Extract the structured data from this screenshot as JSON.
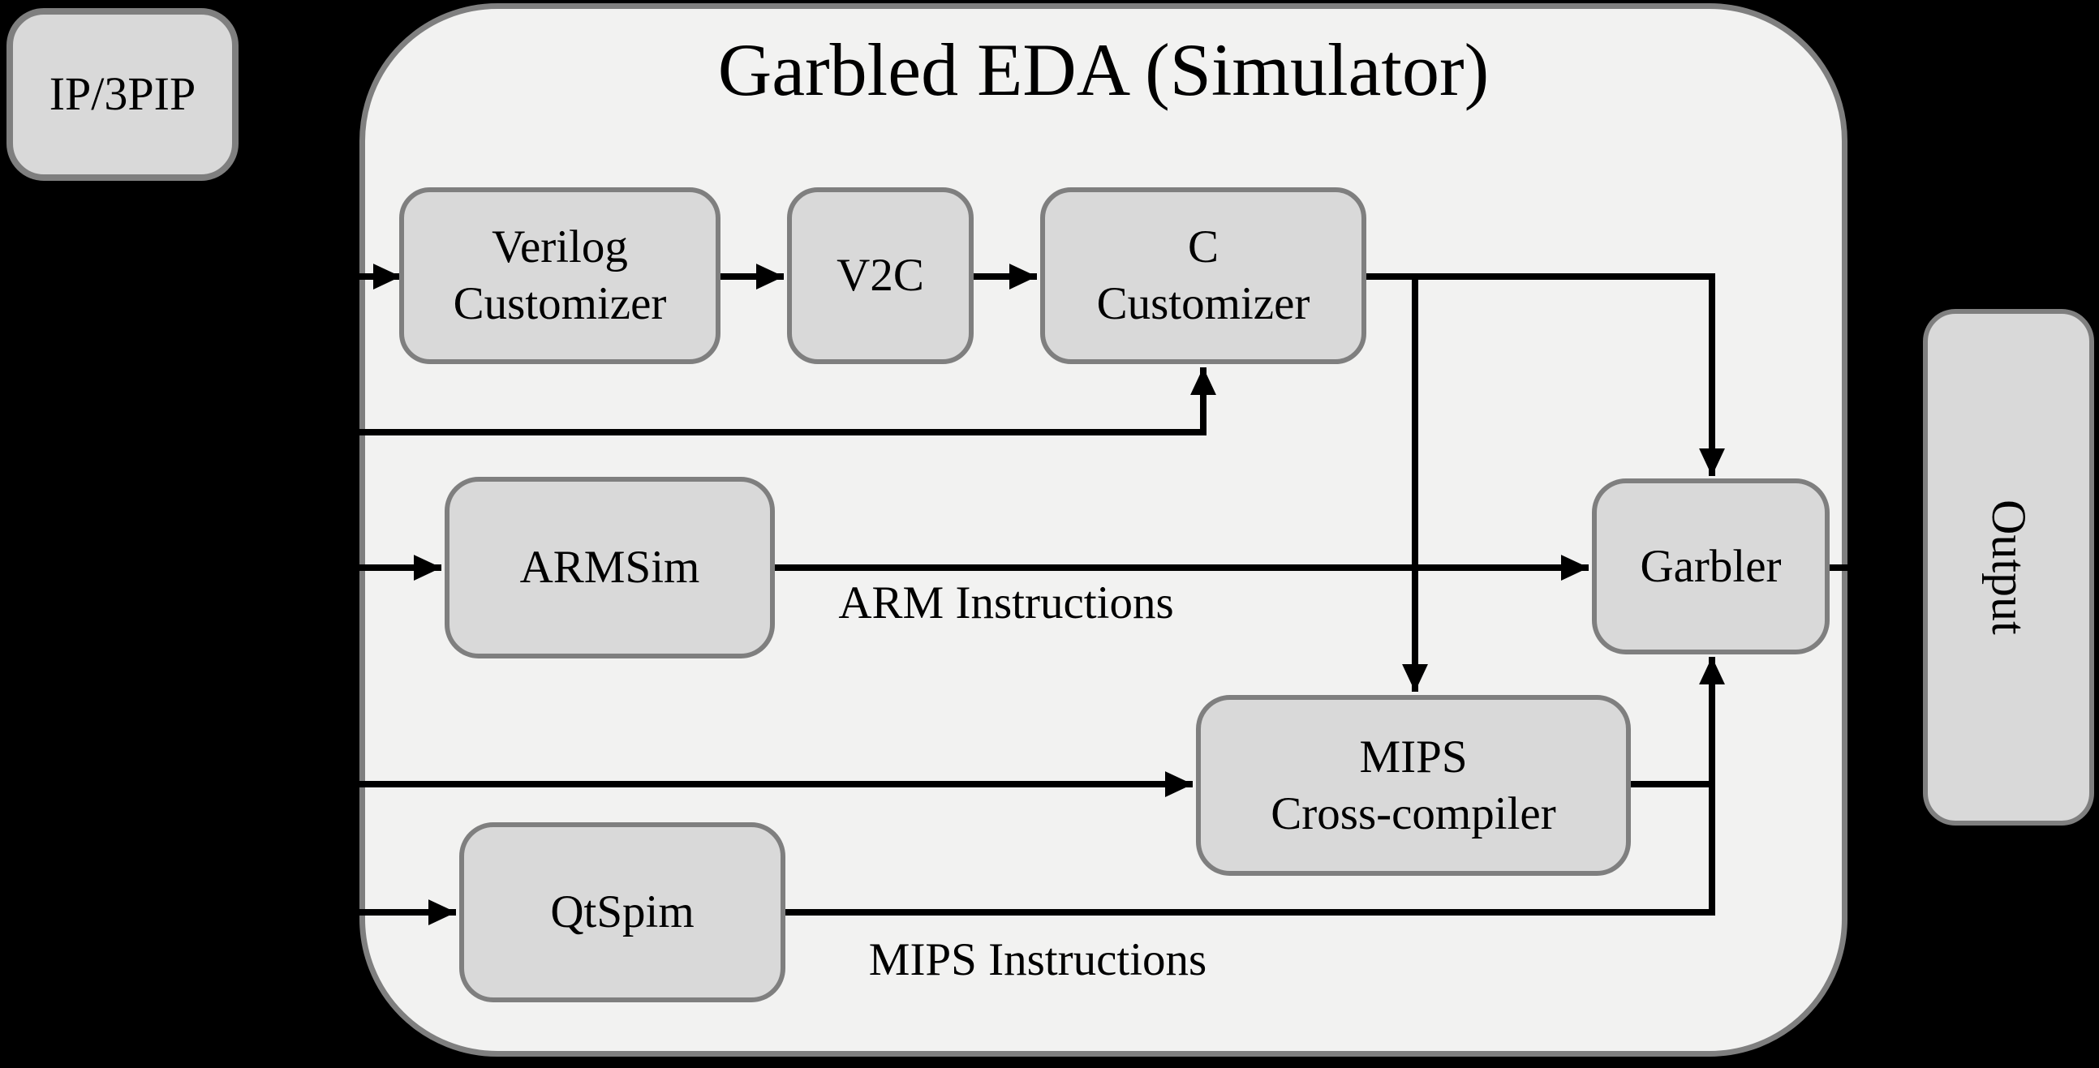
{
  "diagram": {
    "title": "Garbled EDA (Simulator)",
    "nodes": {
      "ip3pip": {
        "label": "IP/3PIP"
      },
      "verilog_customizer": {
        "line1": "Verilog",
        "line2": "Customizer"
      },
      "v2c": {
        "line1": "V2C"
      },
      "c_customizer": {
        "line1": "C",
        "line2": "Customizer"
      },
      "armsim": {
        "line1": "ARMSim"
      },
      "garbler": {
        "line1": "Garbler"
      },
      "mips_cross_compiler": {
        "line1": "MIPS",
        "line2": "Cross-compiler"
      },
      "qtspim": {
        "line1": "QtSpim"
      },
      "output": {
        "label": "Output"
      }
    },
    "edge_labels": {
      "arm": "ARM Instructions",
      "mips": "MIPS Instructions"
    },
    "colors": {
      "background": "#000000",
      "container_fill": "#f2f2f1",
      "node_fill": "#d9d9d9",
      "border_gray": "#7f7f7f",
      "line_black": "#000000"
    }
  }
}
